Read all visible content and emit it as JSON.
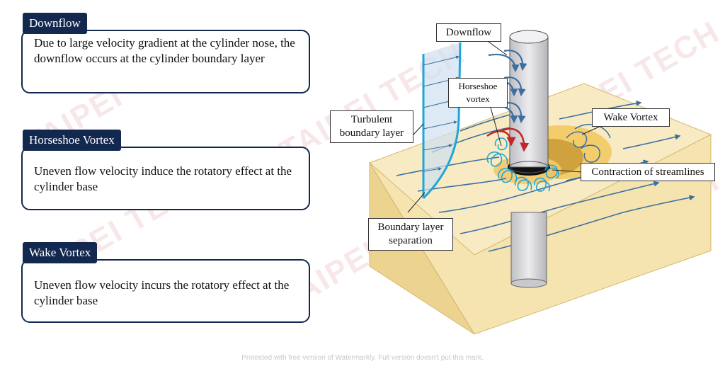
{
  "panels": [
    {
      "title": "Downflow",
      "text": "Due to large velocity gradient at the cylinder nose, the downflow occurs at the cylinder boundary layer"
    },
    {
      "title": "Horseshoe Vortex",
      "text": "Uneven flow velocity induce the rotatory effect at the cylinder base"
    },
    {
      "title": "Wake Vortex",
      "text": "Uneven flow velocity incurs the rotatory effect at the cylinder base"
    }
  ],
  "callouts": {
    "downflow": "Downflow",
    "horseshoe_vortex": "Horseshoe vortex",
    "turbulent_boundary_layer": "Turbulent boundary layer",
    "wake_vortex": "Wake Vortex",
    "contraction_of_streamlines": "Contraction of streamlines",
    "boundary_layer_separation": "Boundary layer separation"
  },
  "watermark": "TAIPEI TECH",
  "footer_note": "Protected with free version of Watermarkly. Full version doesn't put this mark.",
  "colors": {
    "panel_navy": "#13284f",
    "soil": "#f7e6b2",
    "soil_dark": "#eed48e",
    "flow_blue": "#3b6fa0",
    "vortex_cyan": "#1fa6d8",
    "downflow_red": "#c0262c",
    "wake_gold": "#f2c14e",
    "cylinder_gray": "#d9d9dc"
  }
}
